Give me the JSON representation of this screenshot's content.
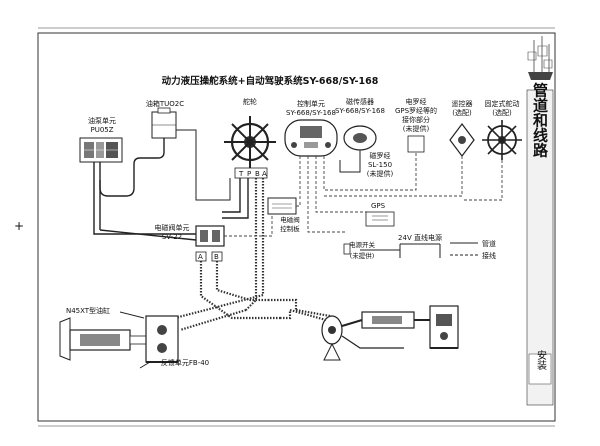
{
  "diagram": {
    "title": "动力液压操舵系统+自动驾驶系统SY-668/SY-168",
    "section_title": "管道和线路",
    "corner_label": "安装",
    "page_marker": "+",
    "components": {
      "pump_unit": [
        "油泵单元",
        "PU05Z"
      ],
      "oil_tank": "油箱TUO2C",
      "helm": "舵轮",
      "helm_ports": [
        "T",
        "P",
        "B",
        "A"
      ],
      "control_unit": [
        "控制单元",
        "SY-668/SY-168"
      ],
      "magnetic_sensor": [
        "磁传感器",
        "SY-668/SY-168"
      ],
      "compass_interface": [
        "电罗经",
        "GPS罗经等的",
        "接你部分",
        "(未提供)"
      ],
      "remote_controller": [
        "遥控器",
        "(选配)"
      ],
      "fixed_helm": [
        "固定式舵动",
        "(选配)"
      ],
      "magnetic_compass": [
        "磁罗经",
        "SL-150",
        "(未提供)"
      ],
      "gps": "GPS",
      "solenoid_valve": [
        "电磁阀单元",
        "SV-22"
      ],
      "solenoid_control_box": [
        "电磁阀",
        "控制板"
      ],
      "valve_ports": [
        "A",
        "B"
      ],
      "power": "24V 直线电源",
      "power_switch": [
        "电源开关",
        "(未提供)"
      ],
      "cylinder": "N45XT型油缸",
      "feedback_unit": "反馈单元FB-40"
    },
    "legend": [
      {
        "symbol": "solid",
        "label": "管道"
      },
      {
        "symbol": "dashed",
        "label": "接线"
      }
    ]
  }
}
